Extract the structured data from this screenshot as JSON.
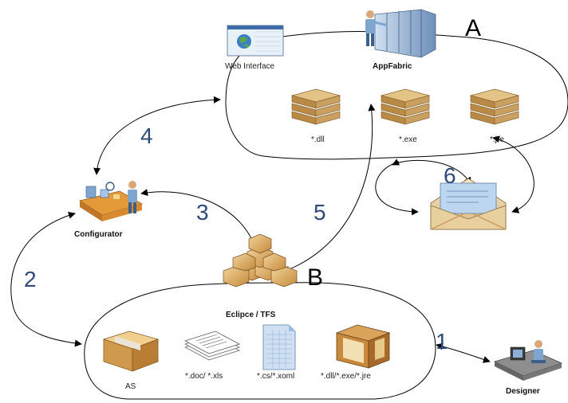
{
  "zones": {
    "a": {
      "letter": "A"
    },
    "b": {
      "letter": "B"
    }
  },
  "nodes": {
    "web_interface": {
      "label": "Web Interface",
      "icon": "browser-window-icon"
    },
    "appfabric": {
      "label": "AppFabric",
      "icon": "server-rack-operator-icon"
    },
    "configurator": {
      "label": "Configurator",
      "icon": "assembly-line-operator-icon"
    },
    "eclipse_tfs": {
      "label": "Eclipce  /  TFS",
      "icon": "box-stack-icon"
    },
    "designer": {
      "label": "Designer",
      "icon": "designer-workstation-icon"
    },
    "mail": {
      "icon": "envelope-letter-icon"
    },
    "dll": {
      "label": "*.dll",
      "icon": "book-stack-icon"
    },
    "exe": {
      "label": "*.exe",
      "icon": "book-stack-icon"
    },
    "jre": {
      "label": "*.jre",
      "icon": "book-stack-icon"
    },
    "as": {
      "label": "AS",
      "icon": "cardboard-box-icon"
    },
    "doc_xls": {
      "label": "*.doc/ *.xls",
      "icon": "document-pages-icon"
    },
    "cs_xoml": {
      "label": "*.cs/*.xoml",
      "icon": "code-sheet-icon"
    },
    "dll_exe_jre": {
      "label": "*.dll/*.exe/*.jre",
      "icon": "open-crate-icon"
    }
  },
  "steps": [
    "1",
    "2",
    "3",
    "4",
    "5",
    "6"
  ],
  "colors": {
    "step_number": "#2d4a7a",
    "box": "#d4a35a",
    "book": "#c9a25e",
    "paper": "#dbe7f5"
  }
}
